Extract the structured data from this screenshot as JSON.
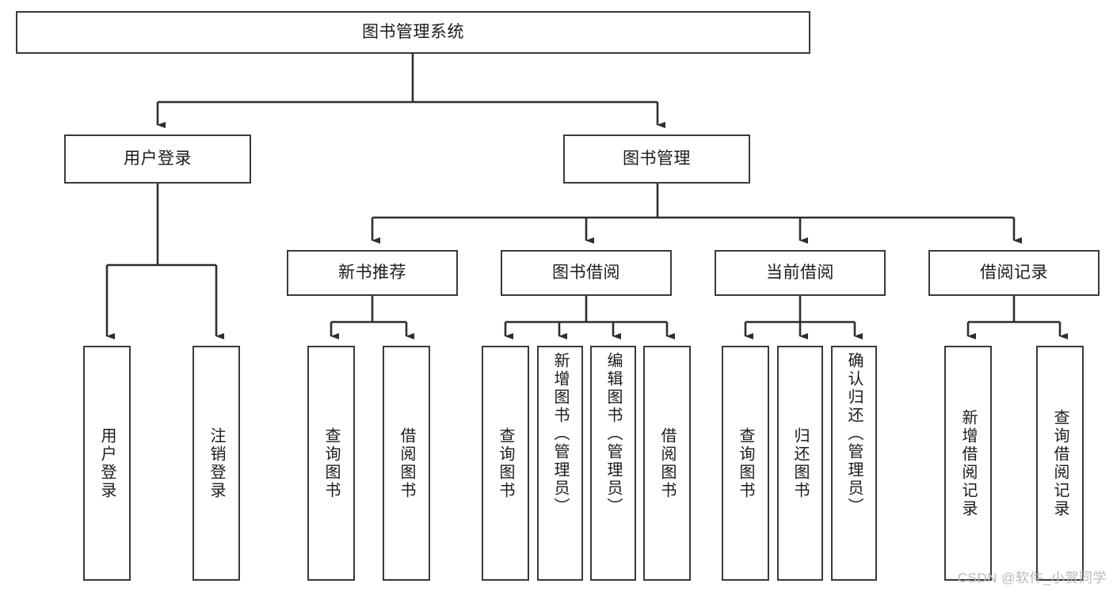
{
  "diagram": {
    "title": "图书管理系统",
    "type": "tree",
    "watermark": "CSDN @软件_小贺同学",
    "colors": {
      "box_border": "#3a3a3a",
      "box_fill": "#ffffff",
      "edge": "#2e2e2e",
      "text": "#1b1b1b",
      "watermark": "#b9b9b9"
    },
    "nodes": {
      "root": {
        "label": "图书管理系统"
      },
      "level2": [
        {
          "id": "login",
          "label": "用户登录"
        },
        {
          "id": "bookmgmt",
          "label": "图书管理"
        }
      ],
      "level3": [
        {
          "id": "newbook",
          "label": "新书推荐"
        },
        {
          "id": "borrow",
          "label": "图书借阅"
        },
        {
          "id": "current",
          "label": "当前借阅"
        },
        {
          "id": "records",
          "label": "借阅记录"
        }
      ],
      "leaves": {
        "login": [
          {
            "id": "leaf-user-login",
            "label": "用户登录"
          },
          {
            "id": "leaf-logout",
            "label": "注销登录"
          }
        ],
        "newbook": [
          {
            "id": "leaf-query-book-1",
            "label": "查询图书"
          },
          {
            "id": "leaf-borrow-book-1",
            "label": "借阅图书"
          }
        ],
        "borrow": [
          {
            "id": "leaf-query-book-2",
            "label": "查询图书"
          },
          {
            "id": "leaf-add-book",
            "label": "新增图书（管理员）"
          },
          {
            "id": "leaf-edit-book",
            "label": "编辑图书（管理员）"
          },
          {
            "id": "leaf-borrow-book-2",
            "label": "借阅图书"
          }
        ],
        "current": [
          {
            "id": "leaf-query-book-3",
            "label": "查询图书"
          },
          {
            "id": "leaf-return-book",
            "label": "归还图书"
          },
          {
            "id": "leaf-confirm-return",
            "label": "确认归还（管理员）"
          }
        ],
        "records": [
          {
            "id": "leaf-add-record",
            "label": "新增借阅记录"
          },
          {
            "id": "leaf-query-record",
            "label": "查询借阅记录"
          }
        ]
      }
    }
  }
}
